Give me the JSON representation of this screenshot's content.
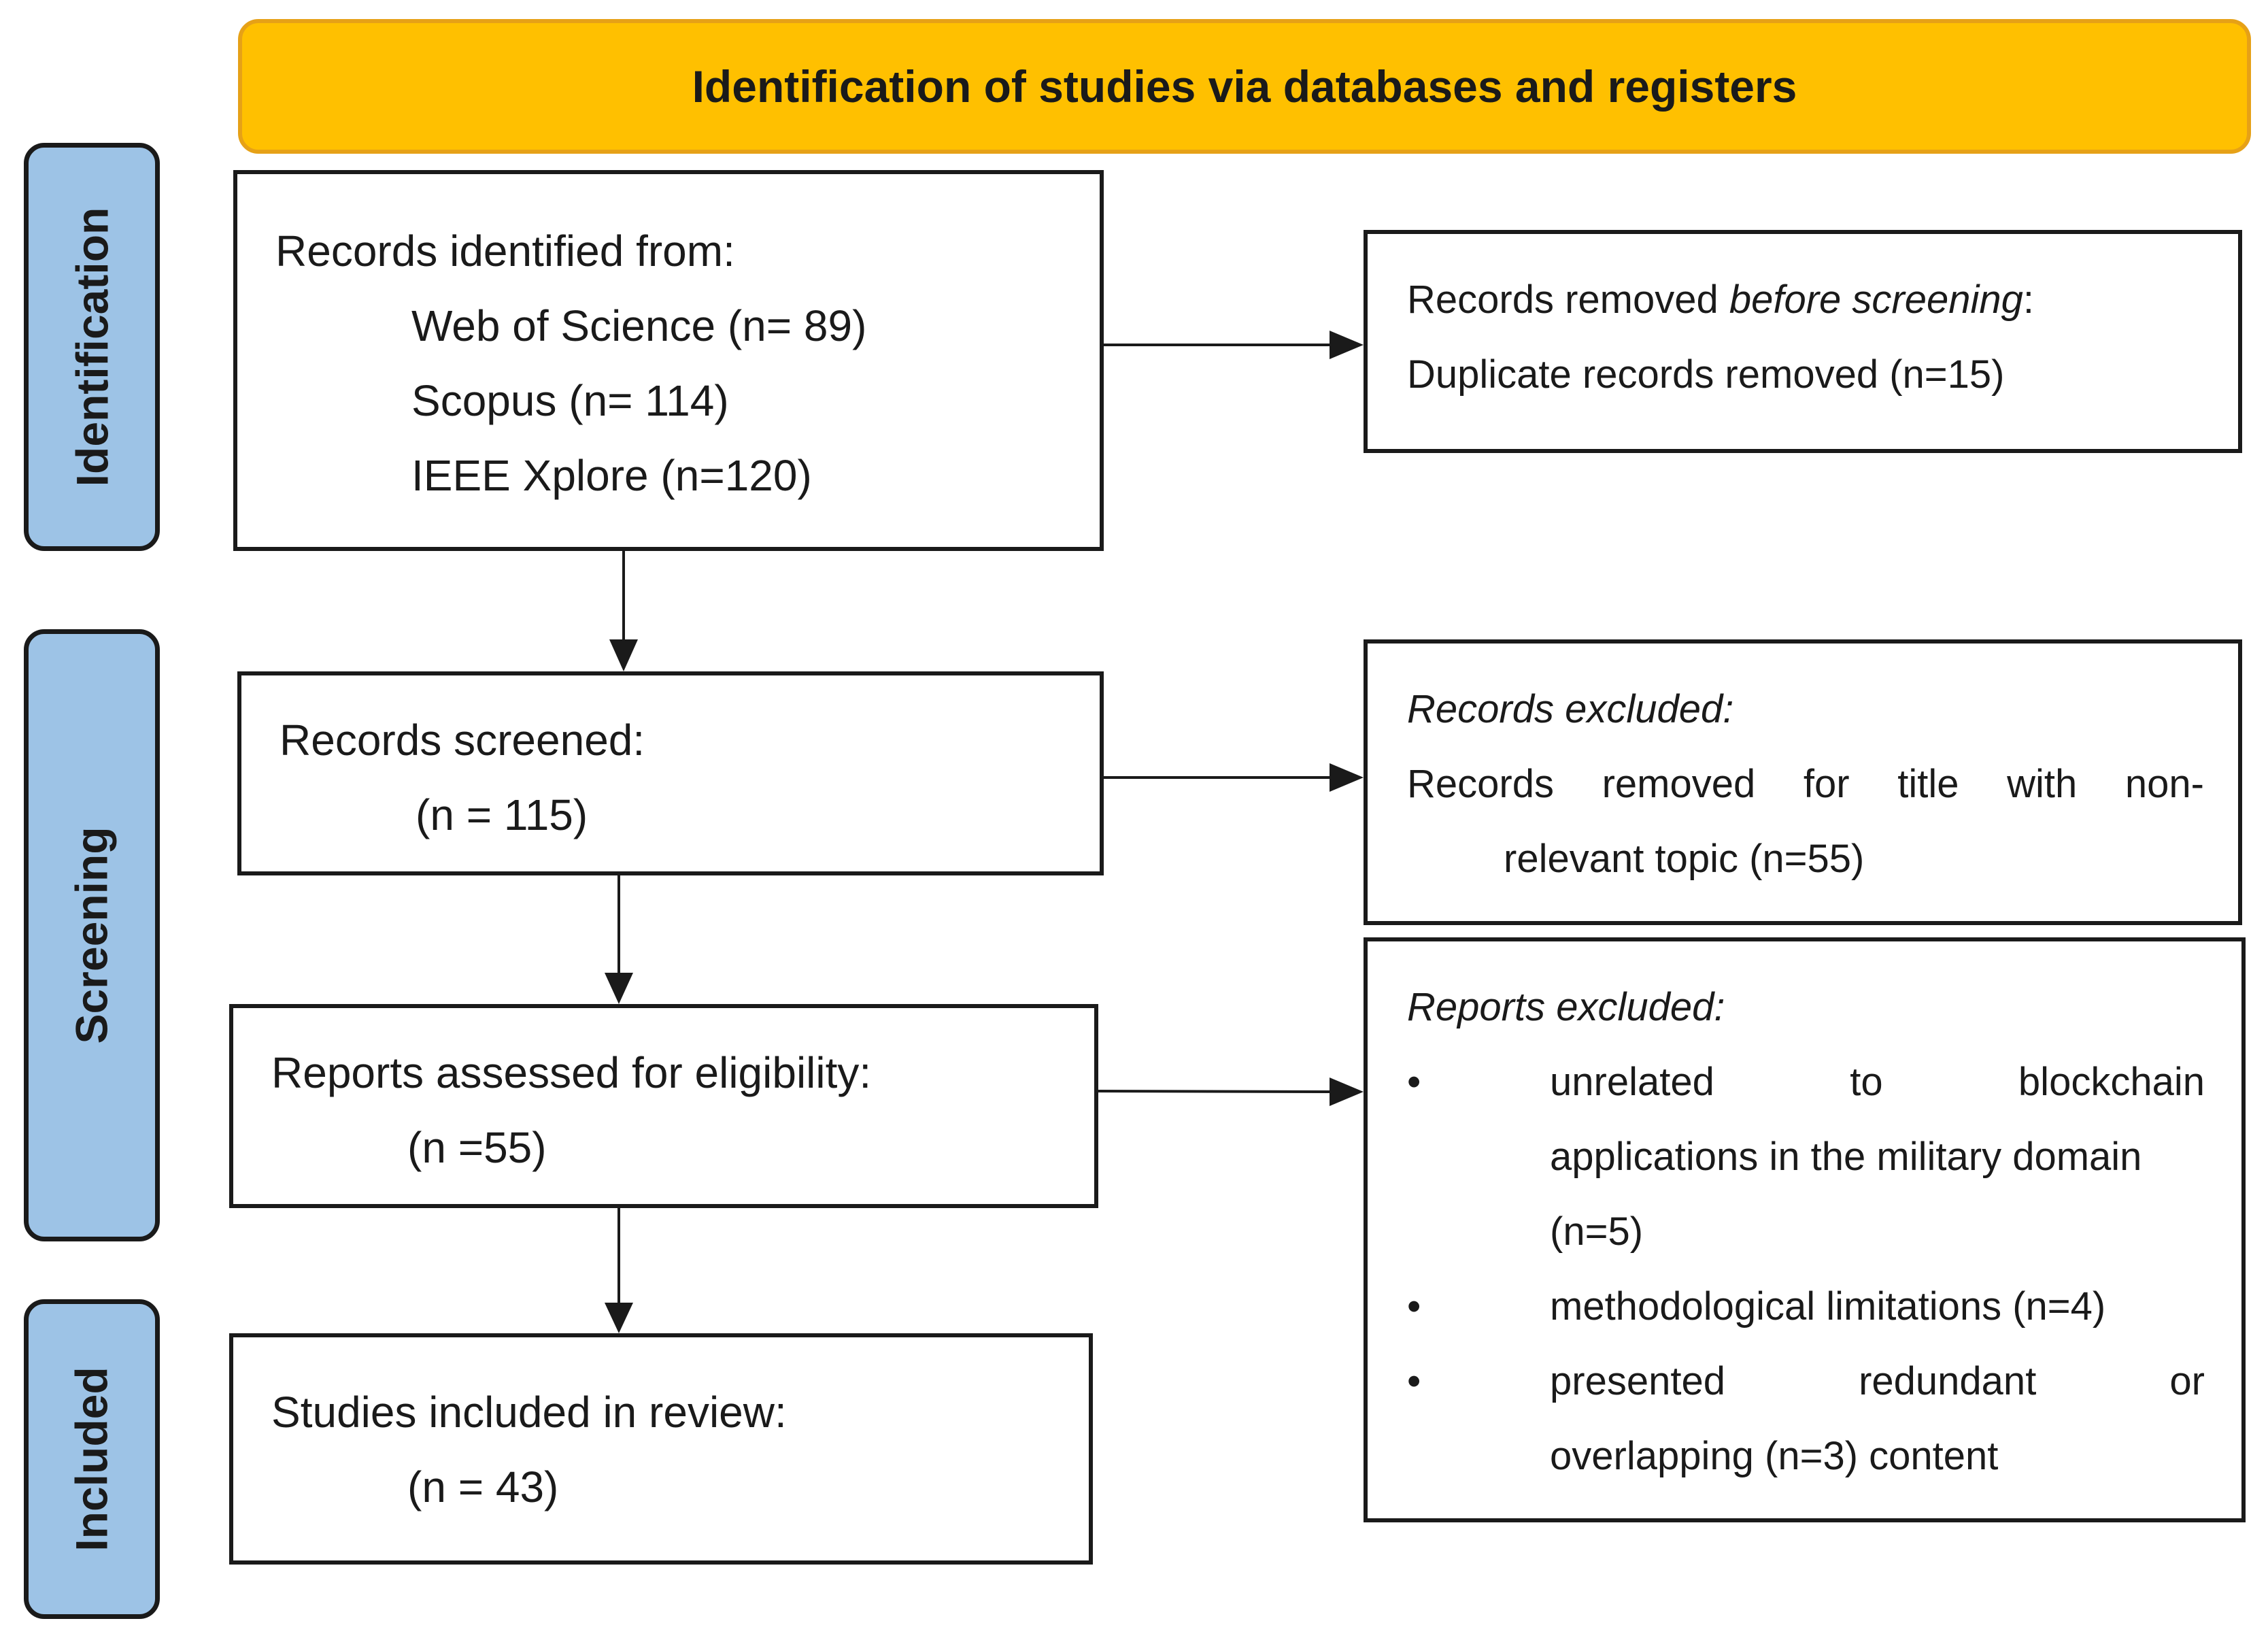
{
  "header": {
    "title": "Identification of studies via databases and registers"
  },
  "phases": {
    "identification": "Identification",
    "screening": "Screening",
    "included": "Included"
  },
  "identified": {
    "title": "Records identified from:",
    "sources": [
      "Web of Science (n= 89)",
      "Scopus (n= 114)",
      "IEEE Xplore (n=120)"
    ]
  },
  "removed_before": {
    "title_prefix": "Records removed ",
    "title_italic": "before screening",
    "title_suffix": ":",
    "detail": "Duplicate records removed (n=15)"
  },
  "screened": {
    "title": "Records screened:",
    "count": "(n = 115)"
  },
  "records_excluded": {
    "title": "Records excluded:",
    "line1_words": [
      "Records",
      "removed",
      "for",
      "title",
      "with",
      "non-"
    ],
    "line2": "relevant topic (n=55)"
  },
  "assessed": {
    "title": "Reports assessed for eligibility:",
    "count": "(n =55)"
  },
  "reports_excluded": {
    "title": "Reports excluded:",
    "bullet_char": "•",
    "item1_line1_words": [
      "unrelated",
      "to",
      "blockchain"
    ],
    "item1_line2": "applications in the military domain",
    "item1_line3": "(n=5)",
    "item2": "methodological limitations (n=4)",
    "item3_line1_words": [
      "presented",
      "redundant",
      "or"
    ],
    "item3_line2": "overlapping (n=3) content"
  },
  "included": {
    "title": "Studies included in review:",
    "count": "(n = 43)"
  },
  "colors": {
    "header": "#ffc000",
    "header_border": "#e6a117",
    "phase": "#9dc3e6",
    "stroke": "#1a1a1a"
  }
}
